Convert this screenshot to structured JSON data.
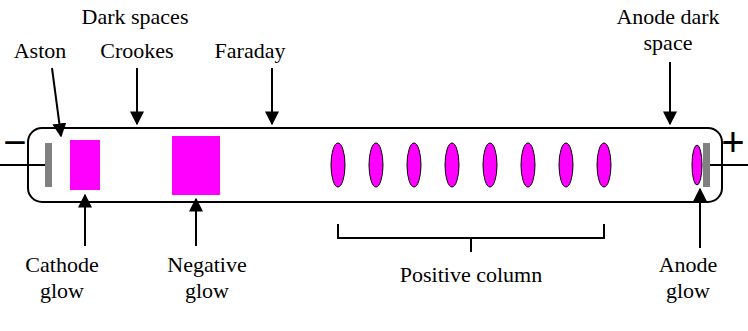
{
  "diagram": {
    "labels": [
      "Dark spaces",
      "Aston",
      "Crookes",
      "Faraday",
      "Anode dark space",
      "−",
      "+",
      "Cathode glow",
      "Negative glow",
      "Positive column",
      "Anode glow"
    ]
  }
}
